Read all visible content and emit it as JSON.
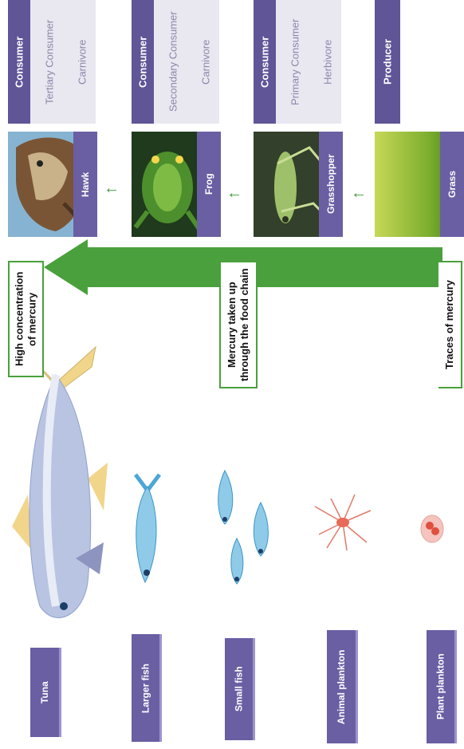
{
  "organisms": {
    "tuna": "Tuna",
    "larger_fish": "Larger fish",
    "small_fish": "Small fish",
    "animal_plankton": "Animal plankton",
    "plant_plankton": "Plant plankton"
  },
  "notes": {
    "high": "High concentration of mercury",
    "middle": "Mercury taken up through the food chain",
    "low": "Traces of mercury"
  },
  "land_chain": {
    "hawk": {
      "name": "Hawk",
      "level": "Consumer",
      "role": "Tertiary Consumer",
      "diet": "Carnivore"
    },
    "frog": {
      "name": "Frog",
      "level": "Consumer",
      "role": "Secondary Consumer",
      "diet": "Carnivore"
    },
    "grasshopper": {
      "name": "Grasshopper",
      "level": "Consumer",
      "role": "Primary Consumer",
      "diet": "Herbivore"
    },
    "grass": {
      "name": "Grass",
      "level": "Producer"
    }
  },
  "colors": {
    "arrow": "#4aa03c",
    "label_bg": "#6a5fa3",
    "role_bg": "#e9e8f1"
  }
}
